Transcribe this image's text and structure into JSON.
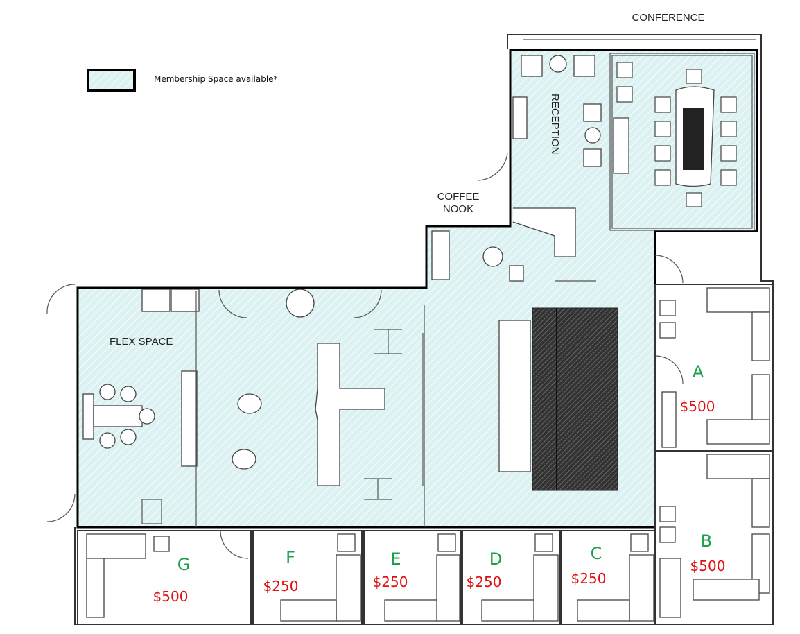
{
  "legend": {
    "label": "Membership Space available*"
  },
  "rooms": {
    "conference": "CONFERENCE",
    "reception": "RECEPTION",
    "coffee_nook_line1": "COFFEE",
    "coffee_nook_line2": "NOOK",
    "flex_space": "FLEX SPACE"
  },
  "offices": [
    {
      "unit": "A",
      "price": "$500"
    },
    {
      "unit": "B",
      "price": "$500"
    },
    {
      "unit": "C",
      "price": "$250"
    },
    {
      "unit": "D",
      "price": "$250"
    },
    {
      "unit": "E",
      "price": "$250"
    },
    {
      "unit": "F",
      "price": "$250"
    },
    {
      "unit": "G",
      "price": "$500"
    }
  ],
  "colors": {
    "membership_fill": "#d4eef0",
    "unit_label": "#1aa04a",
    "price_label": "#e01010"
  }
}
